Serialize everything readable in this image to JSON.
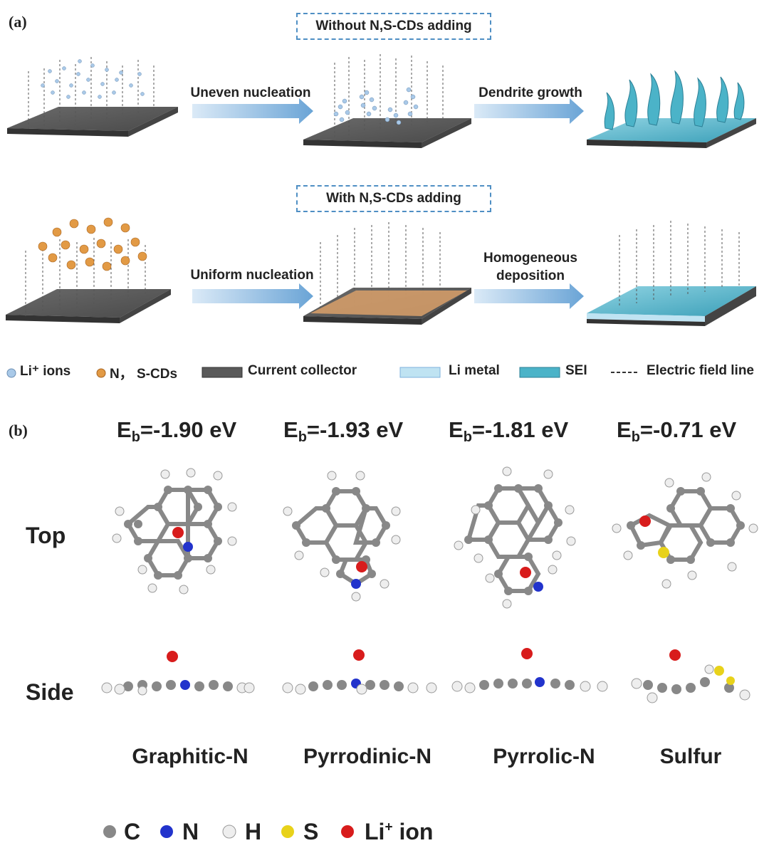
{
  "panel_a": {
    "label": "(a)",
    "top_box": "Without N,S-CDs adding",
    "bottom_box": "With N,S-CDs adding",
    "top_step1": "Uneven nucleation",
    "top_step2": "Dendrite growth",
    "bottom_step1": "Uniform nucleation",
    "bottom_step2_line1": "Homogeneous",
    "bottom_step2_line2": "deposition",
    "legend": {
      "li_ions": "Li⁺ ions",
      "cds": "N， S-CDs",
      "collector": "Current collector",
      "li_metal": "Li metal",
      "sei": "SEI",
      "field_line": "Electric field line"
    }
  },
  "panel_b": {
    "label": "(b)",
    "energies": [
      {
        "prefix": "E",
        "sub": "b",
        "value": "=-1.90 eV"
      },
      {
        "prefix": "E",
        "sub": "b",
        "value": "=-1.93 eV"
      },
      {
        "prefix": "E",
        "sub": "b",
        "value": "=-1.81 eV"
      },
      {
        "prefix": "E",
        "sub": "b",
        "value": "=-0.71 eV"
      }
    ],
    "row_top": "Top",
    "row_side": "Side",
    "names": [
      "Graphitic-N",
      "Pyrrodinic-N",
      "Pyrrolic-N",
      "Sulfur"
    ],
    "legend": {
      "c": "C",
      "n": "N",
      "h": "H",
      "s": "S",
      "li_prefix": "Li",
      "li_sup": "+",
      "li_suffix": " ion"
    }
  },
  "colors": {
    "collector": "#5a5a5a",
    "li_metal": "#bfe3f2",
    "sei": "#4bb3c8",
    "cd_dot": "#e29a45",
    "li_dot": "#a9c9e8",
    "arrow": "#7fb2dd",
    "carbon": "#888888",
    "nitrogen": "#2233cc",
    "hydrogen": "#eeeeee",
    "sulfur": "#e8d21a",
    "lithium": "#d81c1c"
  }
}
